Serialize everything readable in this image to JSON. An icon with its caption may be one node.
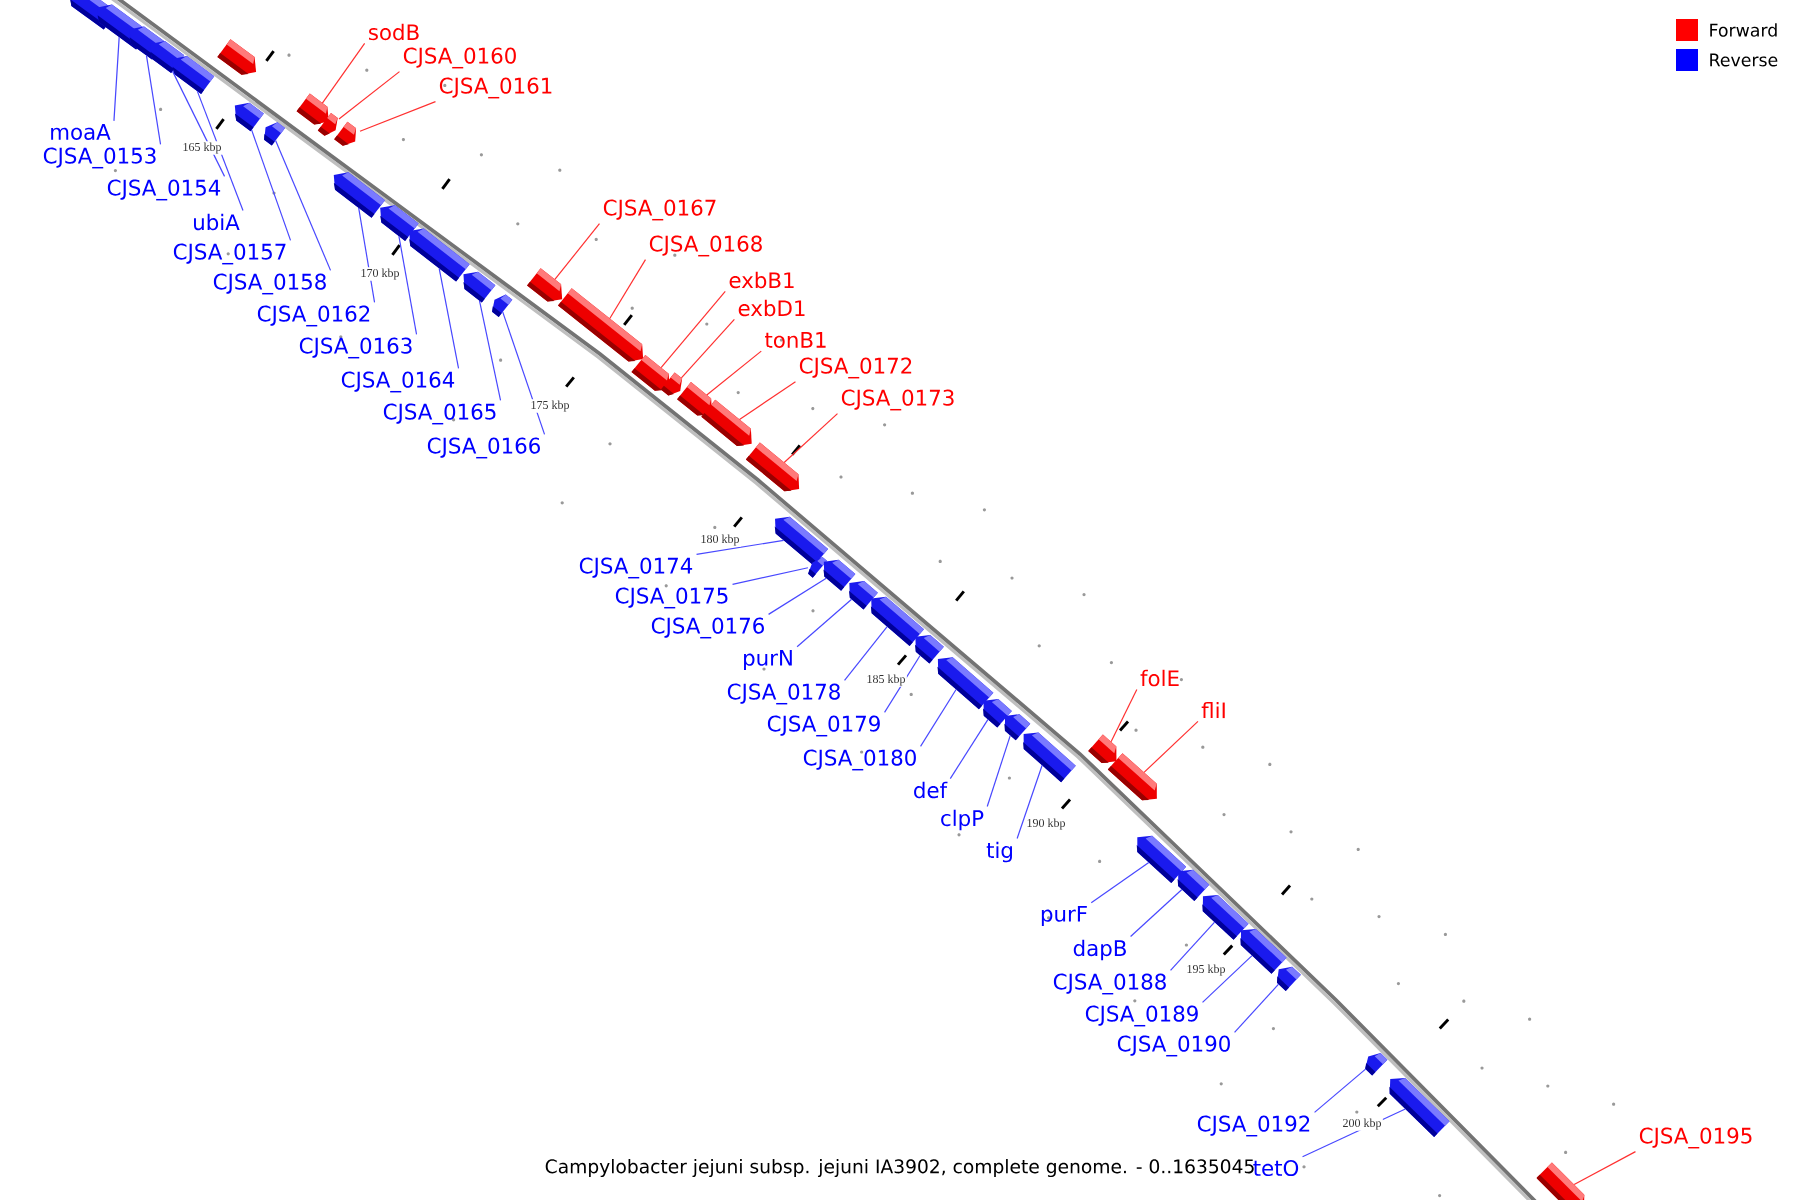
{
  "diagram": {
    "caption": "Campylobacter jejuni subsp. jejuni IA3902, complete genome. - 0..1635045",
    "nodes": [
      {
        "text": [],
        "shape": "box"
      },
      {
        "text": [
          "moaA"
        ]
      },
      {
        "text": [],
        "shape": "box"
      },
      {
        "text": [
          "CJSA_0153"
        ]
      },
      {
        "text": [],
        "shape": "box"
      },
      {
        "text": [
          "CJSA_0154"
        ]
      },
      {
        "text": [],
        "shape": "box"
      },
      {
        "text": [
          "ubiA"
        ]
      },
      {
        "text": [],
        "shape": "box"
      },
      {
        "text": [],
        "shape": "box"
      },
      {
        "text": [
          "CJSA_0157"
        ]
      },
      {
        "text": [],
        "shape": "box"
      },
      {
        "text": [
          "CJSA_0158"
        ]
      },
      {
        "text": [],
        "shape": "box"
      },
      {
        "text": [
          "sodB"
        ]
      },
      {
        "text": [],
        "shape": "box"
      },
      {
        "text": [
          "CJSA_0160"
        ]
      },
      {
        "text": [],
        "shape": "box"
      },
      {
        "text": [
          "CJSA_0161"
        ]
      },
      {
        "text": [],
        "shape": "box"
      },
      {
        "text": [
          "CJSA_0162"
        ]
      },
      {
        "text": [],
        "shape": "box"
      },
      {
        "text": [
          "CJSA_0163"
        ]
      },
      {
        "text": [],
        "shape": "box"
      },
      {
        "text": [
          "CJSA_0164"
        ]
      },
      {
        "text": [],
        "shape": "box"
      },
      {
        "text": [
          "CJSA_0165"
        ]
      },
      {
        "text": [],
        "shape": "box"
      },
      {
        "text": [
          "CJSA_0166"
        ]
      },
      {
        "text": [],
        "shape": "box"
      },
      {
        "text": [
          "CJSA_0167"
        ]
      },
      {
        "text": [],
        "shape": "box"
      },
      {
        "text": [
          "CJSA_0168"
        ]
      },
      {
        "text": [],
        "shape": "box"
      },
      {
        "text": [
          "exbB1"
        ]
      },
      {
        "text": [],
        "shape": "box"
      },
      {
        "text": [
          "exbD1"
        ]
      },
      {
        "text": [],
        "shape": "box"
      },
      {
        "text": [
          "tonB1"
        ]
      },
      {
        "text": [],
        "shape": "box"
      },
      {
        "text": [
          "CJSA_0172"
        ]
      },
      {
        "text": [],
        "shape": "box"
      },
      {
        "text": [
          "CJSA_0173"
        ]
      },
      {
        "text": [],
        "shape": "box"
      },
      {
        "text": [
          "CJSA_0174"
        ]
      },
      {
        "text": [],
        "shape": "box"
      },
      {
        "text": [
          "CJSA_0175"
        ]
      },
      {
        "text": [],
        "shape": "box"
      },
      {
        "text": [
          "CJSA_0176"
        ]
      },
      {
        "text": [],
        "shape": "box"
      },
      {
        "text": [
          "purN"
        ]
      },
      {
        "text": [],
        "shape": "box"
      },
      {
        "text": [
          "CJSA_0178"
        ]
      },
      {
        "text": [],
        "shape": "box"
      },
      {
        "text": [
          "CJSA_0179"
        ]
      },
      {
        "text": [],
        "shape": "box"
      },
      {
        "text": [
          "CJSA_0180"
        ]
      },
      {
        "text": [],
        "shape": "box"
      },
      {
        "text": [
          "def"
        ]
      },
      {
        "text": [],
        "shape": "box"
      },
      {
        "text": [
          "clpP"
        ]
      },
      {
        "text": [],
        "shape": "box"
      },
      {
        "text": [
          "tig"
        ]
      },
      {
        "text": [],
        "shape": "box"
      },
      {
        "text": [
          "folE"
        ]
      },
      {
        "text": [],
        "shape": "box"
      },
      {
        "text": [
          "fliI"
        ]
      },
      {
        "text": [],
        "shape": "box"
      },
      {
        "text": [
          "purF"
        ]
      },
      {
        "text": [],
        "shape": "box"
      },
      {
        "text": [
          "dapB"
        ]
      },
      {
        "text": [],
        "shape": "box"
      },
      {
        "text": [
          "CJSA_0188"
        ]
      },
      {
        "text": [],
        "shape": "box"
      },
      {
        "text": [
          "CJSA_0189"
        ]
      },
      {
        "text": [],
        "shape": "box"
      },
      {
        "text": [
          "CJSA_0190"
        ]
      },
      {
        "text": [],
        "shape": "box"
      },
      {
        "text": [
          "CJSA_0192"
        ]
      },
      {
        "text": [],
        "shape": "box"
      },
      {
        "text": [
          "tetO"
        ]
      },
      {
        "text": [],
        "shape": "box"
      },
      {
        "text": [
          "CJSA_0195"
        ]
      },
      {
        "text": [],
        "shape": "box"
      }
    ],
    "edges": [
      {
        "from": 1,
        "to": 2,
        "arrow": "none"
      },
      {
        "from": 3,
        "to": 4,
        "arrow": "none"
      },
      {
        "from": 5,
        "to": 6,
        "arrow": "none"
      },
      {
        "from": 7,
        "to": 8,
        "arrow": "none"
      },
      {
        "from": 10,
        "to": 11,
        "arrow": "none"
      },
      {
        "from": 12,
        "to": 13,
        "arrow": "none"
      },
      {
        "from": 14,
        "to": 15,
        "arrow": "none",
        "color": "#ff3030"
      },
      {
        "from": 16,
        "to": 17,
        "arrow": "none",
        "color": "#ff3030"
      },
      {
        "from": 18,
        "to": 19,
        "arrow": "none",
        "color": "#ff3030"
      },
      {
        "from": 20,
        "to": 21,
        "arrow": "none"
      },
      {
        "from": 22,
        "to": 23,
        "arrow": "none"
      },
      {
        "from": 24,
        "to": 25,
        "arrow": "none"
      },
      {
        "from": 26,
        "to": 27,
        "arrow": "none"
      },
      {
        "from": 28,
        "to": 29,
        "arrow": "none"
      },
      {
        "from": 30,
        "to": 31,
        "arrow": "none",
        "color": "#ff3030"
      },
      {
        "from": 32,
        "to": 33,
        "arrow": "none",
        "color": "#ff3030"
      },
      {
        "from": 34,
        "to": 35,
        "arrow": "none",
        "color": "#ff3030"
      },
      {
        "from": 36,
        "to": 37,
        "arrow": "none",
        "color": "#ff3030"
      },
      {
        "from": 38,
        "to": 39,
        "arrow": "none",
        "color": "#ff3030"
      },
      {
        "from": 40,
        "to": 41,
        "arrow": "none",
        "color": "#ff3030"
      },
      {
        "from": 42,
        "to": 43,
        "arrow": "none",
        "color": "#ff3030"
      },
      {
        "from": 44,
        "to": 45,
        "arrow": "none"
      },
      {
        "from": 46,
        "to": 47,
        "arrow": "none"
      },
      {
        "from": 48,
        "to": 49,
        "arrow": "none"
      },
      {
        "from": 50,
        "to": 51,
        "arrow": "none"
      },
      {
        "from": 52,
        "to": 53,
        "arrow": "none"
      },
      {
        "from": 54,
        "to": 55,
        "arrow": "none"
      },
      {
        "from": 56,
        "to": 57,
        "arrow": "none"
      },
      {
        "from": 58,
        "to": 59,
        "arrow": "none"
      },
      {
        "from": 60,
        "to": 61,
        "arrow": "none"
      },
      {
        "from": 62,
        "to": 63,
        "arrow": "none"
      },
      {
        "from": 64,
        "to": 65,
        "arrow": "none",
        "color": "#ff3030"
      },
      {
        "from": 66,
        "to": 67,
        "arrow": "none",
        "color": "#ff3030"
      },
      {
        "from": 68,
        "to": 69,
        "arrow": "none"
      },
      {
        "from": 70,
        "to": 71,
        "arrow": "none"
      },
      {
        "from": 72,
        "to": 73,
        "arrow": "none"
      },
      {
        "from": 74,
        "to": 75,
        "arrow": "none"
      },
      {
        "from": 76,
        "to": 77,
        "arrow": "none"
      },
      {
        "from": 78,
        "to": 79,
        "arrow": "none"
      },
      {
        "from": 80,
        "to": 81,
        "arrow": "none"
      },
      {
        "from": 82,
        "to": 83,
        "arrow": "none",
        "color": "#ff3030"
      }
    ],
    "labels": [
      "165 kbp",
      "170 kbp",
      "175 kbp",
      "180 kbp",
      "185 kbp",
      "190 kbp",
      "195 kbp",
      "200 kbp"
    ],
    "legend": [
      {
        "text": "Forward",
        "color": "#ff0000"
      },
      {
        "text": "Reverse",
        "color": "#0000ff"
      }
    ]
  }
}
